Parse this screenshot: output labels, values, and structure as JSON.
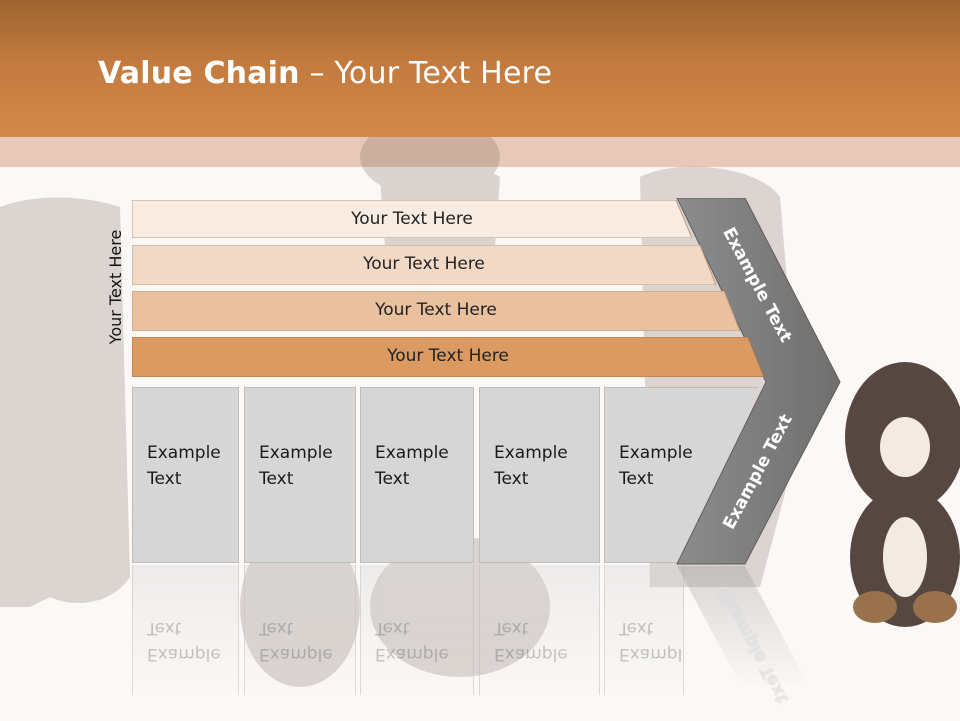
{
  "title": {
    "bold": "Value Chain",
    "rest": " – Your Text Here"
  },
  "side_label": "Your Text Here",
  "rows": [
    {
      "label": "Your Text Here",
      "color": "#f7ebe2"
    },
    {
      "label": "Your Text Here",
      "color": "#f1d9c5"
    },
    {
      "label": "Your Text Here",
      "color": "#e9c19e"
    },
    {
      "label": "Your Text Here",
      "color": "#da9a62"
    }
  ],
  "boxes": [
    {
      "line1": "Example",
      "line2": "Text"
    },
    {
      "line1": "Example",
      "line2": "Text"
    },
    {
      "line1": "Example",
      "line2": "Text"
    },
    {
      "line1": "Example",
      "line2": "Text"
    },
    {
      "line1": "Example",
      "line2": "Text"
    }
  ],
  "chevron": {
    "upper": "Example Text",
    "lower": "Example Text",
    "color": "#7f7f7f"
  },
  "colors": {
    "header": "#c27a3e",
    "band": "#e8c9b9",
    "box": "#d6d6d6"
  }
}
